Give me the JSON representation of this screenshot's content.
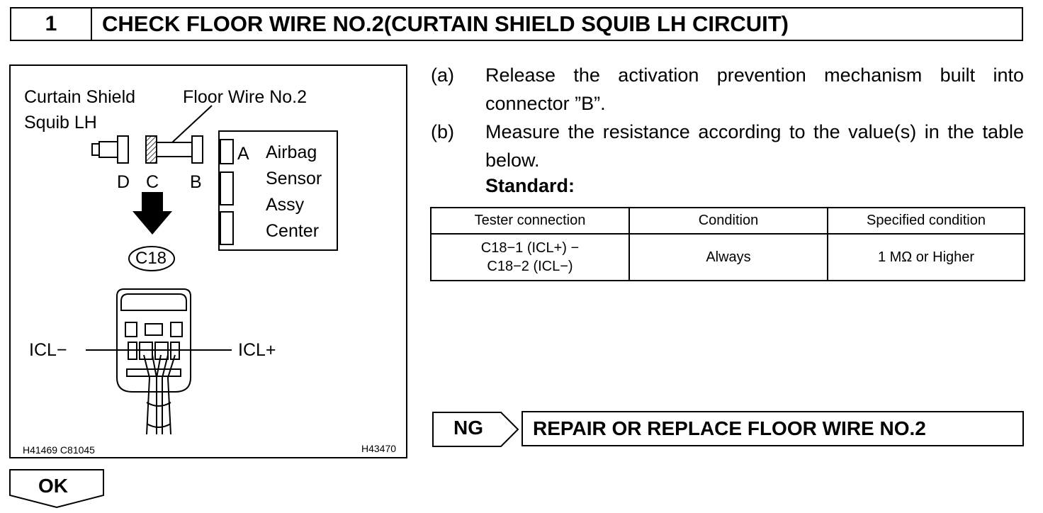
{
  "header": {
    "step_number": "1",
    "title": "CHECK FLOOR WIRE NO.2(CURTAIN SHIELD SQUIB LH CIRCUIT)"
  },
  "figure": {
    "curtain_label_line1": "Curtain Shield",
    "curtain_label_line2": "Squib LH",
    "floor_wire_label": "Floor Wire No.2",
    "connector_a": "A",
    "connector_b": "B",
    "connector_c": "C",
    "connector_d": "D",
    "sensor_line1": "Airbag",
    "sensor_line2": "Sensor",
    "sensor_line3": "Assy",
    "sensor_line4": "Center",
    "connector_id": "C18",
    "pin_left": "ICL−",
    "pin_right": "ICL+",
    "code_left": "H41469  C81045",
    "code_right": "H43470"
  },
  "steps": [
    {
      "mark": "(a)",
      "text": "Release the activation prevention mechanism built into connector ”B”."
    },
    {
      "mark": "(b)",
      "text": "Measure the resistance according to the value(s) in the table below."
    }
  ],
  "standard_label": "Standard:",
  "table": {
    "headers": [
      "Tester connection",
      "Condition",
      "Specified condition"
    ],
    "rows": [
      {
        "connection_line1": "C18−1 (ICL+) −",
        "connection_line2": "C18−2 (ICL−)",
        "condition": "Always",
        "specified": "1 MΩ or Higher"
      }
    ]
  },
  "ng": {
    "label": "NG",
    "action": "REPAIR OR REPLACE FLOOR WIRE NO.2"
  },
  "ok": {
    "label": "OK"
  }
}
